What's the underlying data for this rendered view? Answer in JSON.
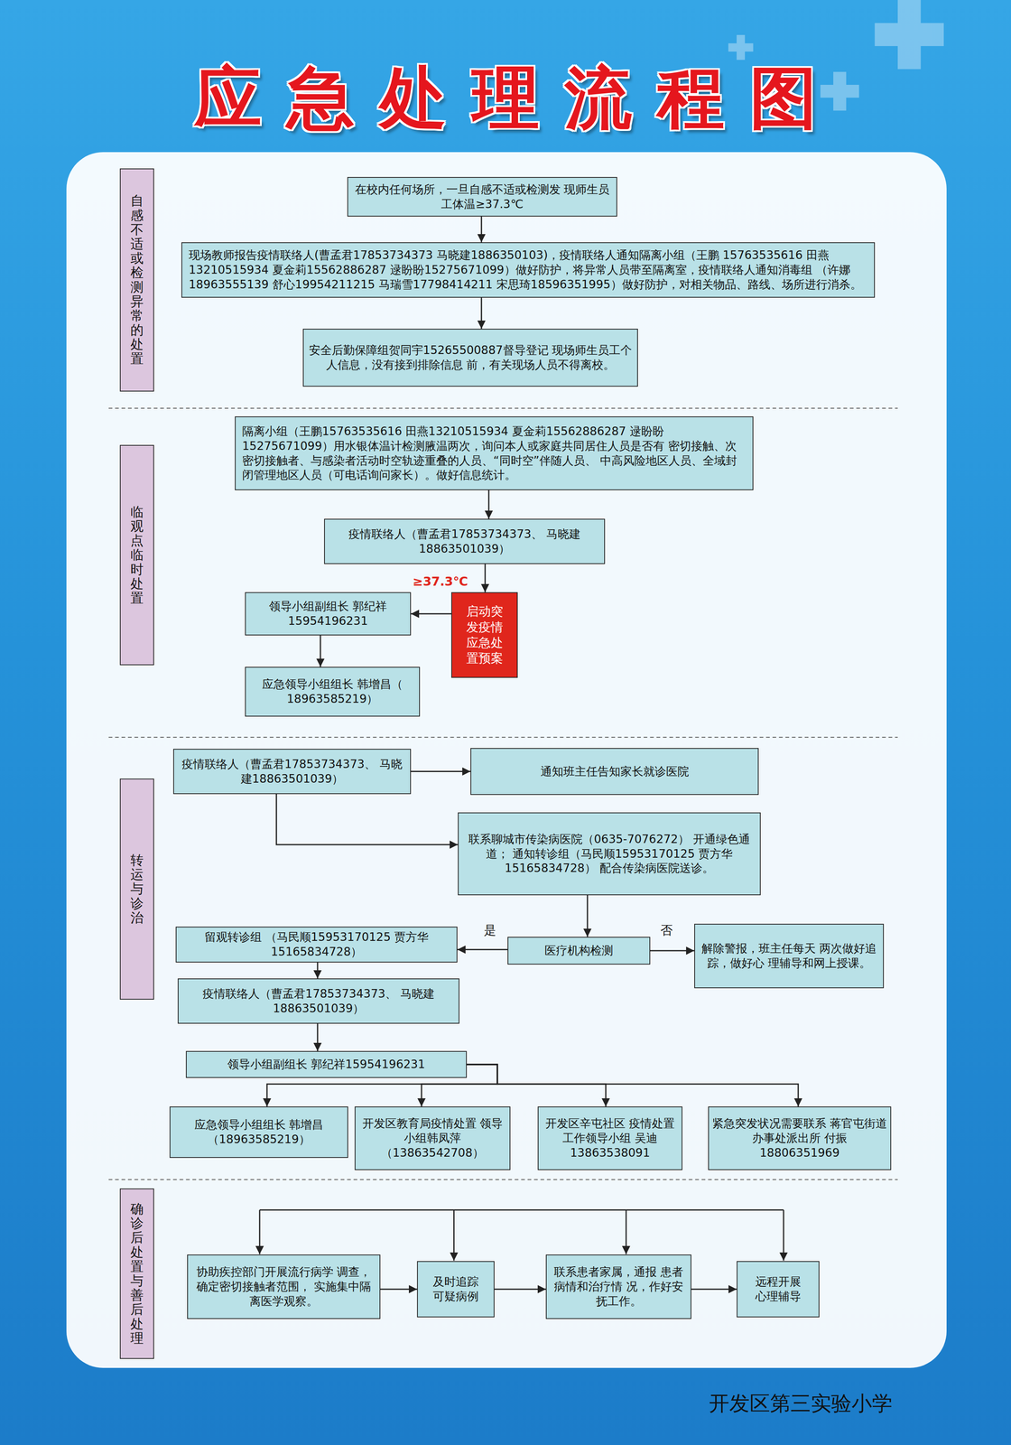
{
  "diagram": {
    "title": "应急处理流程图",
    "nodes": [
      {
        "text": [
          "自感不适或检测异常的处置"
        ]
      },
      {
        "text": [
          "在校内任何场所，一旦自感不适或检测发 现师生员工体温≥37.3℃"
        ]
      },
      {
        "text": [
          "现场教师报告疫情联络人(曹孟君17853734373 马晓建1886350103)，疫情联络人通知隔离小组（王鹏 15763535616 田燕13210515934 夏金莉15562886287 逯盼盼15275671099）做好防护，将异常人员带至隔离室，疫情联络人通知消毒组 （许娜18963555139 舒心19954211215 马瑞雪17798414211 宋思琦18596351995）做好防护，对相关物品、路线、场所进行消杀。"
        ]
      },
      {
        "text": [
          "安全后勤保障组贺同宇15265500887督导登记 现场师生员工个人信息，没有接到排除信息 前，有关现场人员不得离校。"
        ]
      },
      {
        "text": [
          "临观点临时处置"
        ]
      },
      {
        "text": [
          "隔离小组（王鹏15763535616 田燕13210515934 夏金莉15562886287 逯盼盼15275671099）用水银体温计检测腋温两次，询问本人或家庭共同居住人员是否有 密切接触、次密切接触者、与感染者活动时空轨迹重叠的人员、“同时空”伴随人员、 中高风险地区人员、全域封闭管理地区人员（可电话询问家长）。做好信息统计。"
        ]
      },
      {
        "text": [
          "疫情联络人（曹孟君17853734373、 马晓建18863501039）"
        ]
      },
      {
        "text": [
          "启动突 发疫情 应急处 置预案"
        ]
      },
      {
        "text": [
          "领导小组副组长 郭纪祥15954196231"
        ]
      },
      {
        "text": [
          "应急领导小组组长 韩增昌（ 18963585219）"
        ]
      },
      {
        "text": [
          "转运与诊治"
        ]
      },
      {
        "text": [
          "疫情联络人（曹孟君17853734373、 马晓建18863501039）"
        ]
      },
      {
        "text": [
          "通知班主任告知家长就诊医院"
        ]
      },
      {
        "text": [
          "联系聊城市传染病医院（0635-7076272） 开通绿色通道； 通知转诊组（马民顺15953170125 贾方华15165834728） 配合传染病医院送诊。"
        ]
      },
      {
        "text": [
          "医疗机构检测"
        ]
      },
      {
        "text": [
          "留观转诊组 （马民顺15953170125 贾方华15165834728）"
        ]
      },
      {
        "text": [
          "解除警报，班主任每天 两次做好追踪，做好心 理辅导和网上授课。"
        ]
      },
      {
        "text": [
          "疫情联络人（曹孟君17853734373、 马晓建18863501039）"
        ]
      },
      {
        "text": [
          "领导小组副组长 郭纪祥15954196231"
        ]
      },
      {
        "text": [
          "应急领导小组组长 韩增昌（18963585219）"
        ]
      },
      {
        "text": [
          "开发区教育局疫情处置 领导小组韩凤萍 （13863542708）"
        ]
      },
      {
        "text": [
          "开发区辛屯社区 疫情处置工作领导小组 吴迪13863538091"
        ]
      },
      {
        "text": [
          "紧急突发状况需要联系 蒋官屯街道办事处派出所 付振 18806351969"
        ]
      },
      {
        "text": [
          "确诊后处置与善后处理"
        ]
      },
      {
        "text": [
          "协助疾控部门开展流行病学 调查，确定密切接触者范围， 实施集中隔离医学观察。"
        ]
      },
      {
        "text": [
          "及时追踪 可疑病例"
        ]
      },
      {
        "text": [
          "联系患者家属，通报 患者病情和治疗情 况，作好安抚工作。"
        ]
      },
      {
        "text": [
          "远程开展 心理辅导"
        ]
      }
    ],
    "edges": [
      {
        "from": 1,
        "to": 2,
        "arrow": "to"
      },
      {
        "from": 2,
        "to": 3,
        "arrow": "to"
      },
      {
        "from": 5,
        "to": 6,
        "arrow": "to"
      },
      {
        "from": 6,
        "to": 7,
        "label": "≥37.3℃",
        "arrow": "to"
      },
      {
        "from": 7,
        "to": 8,
        "arrow": "to"
      },
      {
        "from": 8,
        "to": 9,
        "arrow": "to"
      },
      {
        "from": 11,
        "to": 12,
        "arrow": "to"
      },
      {
        "from": 11,
        "to": 13,
        "arrow": "to"
      },
      {
        "from": 13,
        "to": 14,
        "arrow": "to"
      },
      {
        "from": 14,
        "to": 15,
        "label": "是",
        "arrow": "to"
      },
      {
        "from": 14,
        "to": 16,
        "label": "否",
        "arrow": "to"
      },
      {
        "from": 15,
        "to": 17,
        "arrow": "to"
      },
      {
        "from": 17,
        "to": 18,
        "arrow": "to"
      },
      {
        "from": 18,
        "to": 19,
        "arrow": "to"
      },
      {
        "from": 18,
        "to": 20,
        "arrow": "to"
      },
      {
        "from": 18,
        "to": 21,
        "arrow": "to"
      },
      {
        "from": 18,
        "to": 22,
        "arrow": "to"
      },
      {
        "from": 24,
        "to": 25,
        "arrow": "to"
      },
      {
        "from": 25,
        "to": 26,
        "arrow": "to"
      },
      {
        "from": 26,
        "to": 27,
        "arrow": "to"
      }
    ],
    "labels": [
      "开发区第三实验小学"
    ]
  }
}
